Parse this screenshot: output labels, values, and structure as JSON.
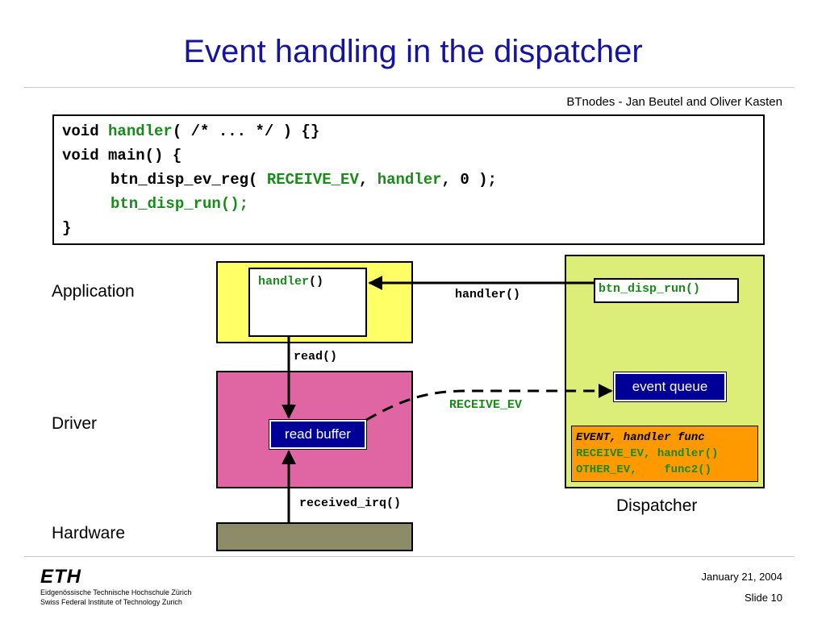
{
  "slide": {
    "title": "Event handling in the dispatcher",
    "author": "BTnodes - Jan Beutel and Oliver Kasten",
    "date": "January 21, 2004",
    "slide_number": "Slide 10"
  },
  "code": {
    "line1": {
      "kw": "void ",
      "fn": "handler",
      "rest": "( /* ... */ ) {}"
    },
    "line2": {
      "text": "void main() {"
    },
    "line3": {
      "pre": "btn_disp_ev_reg( ",
      "ev": "RECEIVE_EV",
      "sep": ", ",
      "fn": "handler",
      "post": ", 0 );"
    },
    "line4": {
      "fn": "btn_disp_run();"
    },
    "line5": {
      "text": "}"
    }
  },
  "layers": {
    "application": "Application",
    "driver": "Driver",
    "hardware": "Hardware",
    "dispatcher": "Dispatcher"
  },
  "diagram": {
    "handler_fn": "handler",
    "handler_parens": "()",
    "handler_call": "handler()",
    "run_call": "btn_disp_run()",
    "read_call": "read()",
    "event_queue": "event queue",
    "receive_ev": "RECEIVE_EV",
    "read_buffer": "read buffer",
    "received_irq": "received_irq()"
  },
  "event_table": {
    "header": "EVENT, handler func",
    "row1": "RECEIVE_EV, handler()",
    "row2": "OTHER_EV,    func2()"
  },
  "footer": {
    "logo": "ETH",
    "line1": "Eidgenössische Technische Hochschule Zürich",
    "line2": "Swiss Federal Institute of Technology Zurich"
  },
  "colors": {
    "title": "#1414a0",
    "code_green": "#1a8a1a",
    "application": "#ffff66",
    "driver": "#e066a3",
    "hardware": "#8c8c68",
    "dispatcher": "#dcee77",
    "blue_box": "#000099",
    "table": "#ff9900"
  }
}
